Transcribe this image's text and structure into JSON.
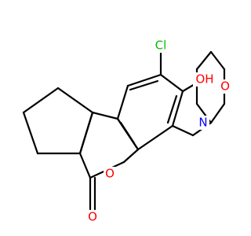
{
  "colors": {
    "bond": "#000000",
    "background": "#ffffff"
  },
  "labels": {
    "chlorine": {
      "text": "Cl",
      "color": "#00c000"
    },
    "hydroxyl": {
      "text": "OH",
      "color": "#ff0000"
    },
    "ring_oxygen": {
      "text": "O",
      "color": "#ff0000"
    },
    "carbonyl_oxygen": {
      "text": "O",
      "color": "#ff0000"
    },
    "amine_nitrogen": {
      "text": "N",
      "color": "#0000ff"
    },
    "morpholine_oxygen": {
      "text": "O",
      "color": "#ff0000"
    }
  }
}
